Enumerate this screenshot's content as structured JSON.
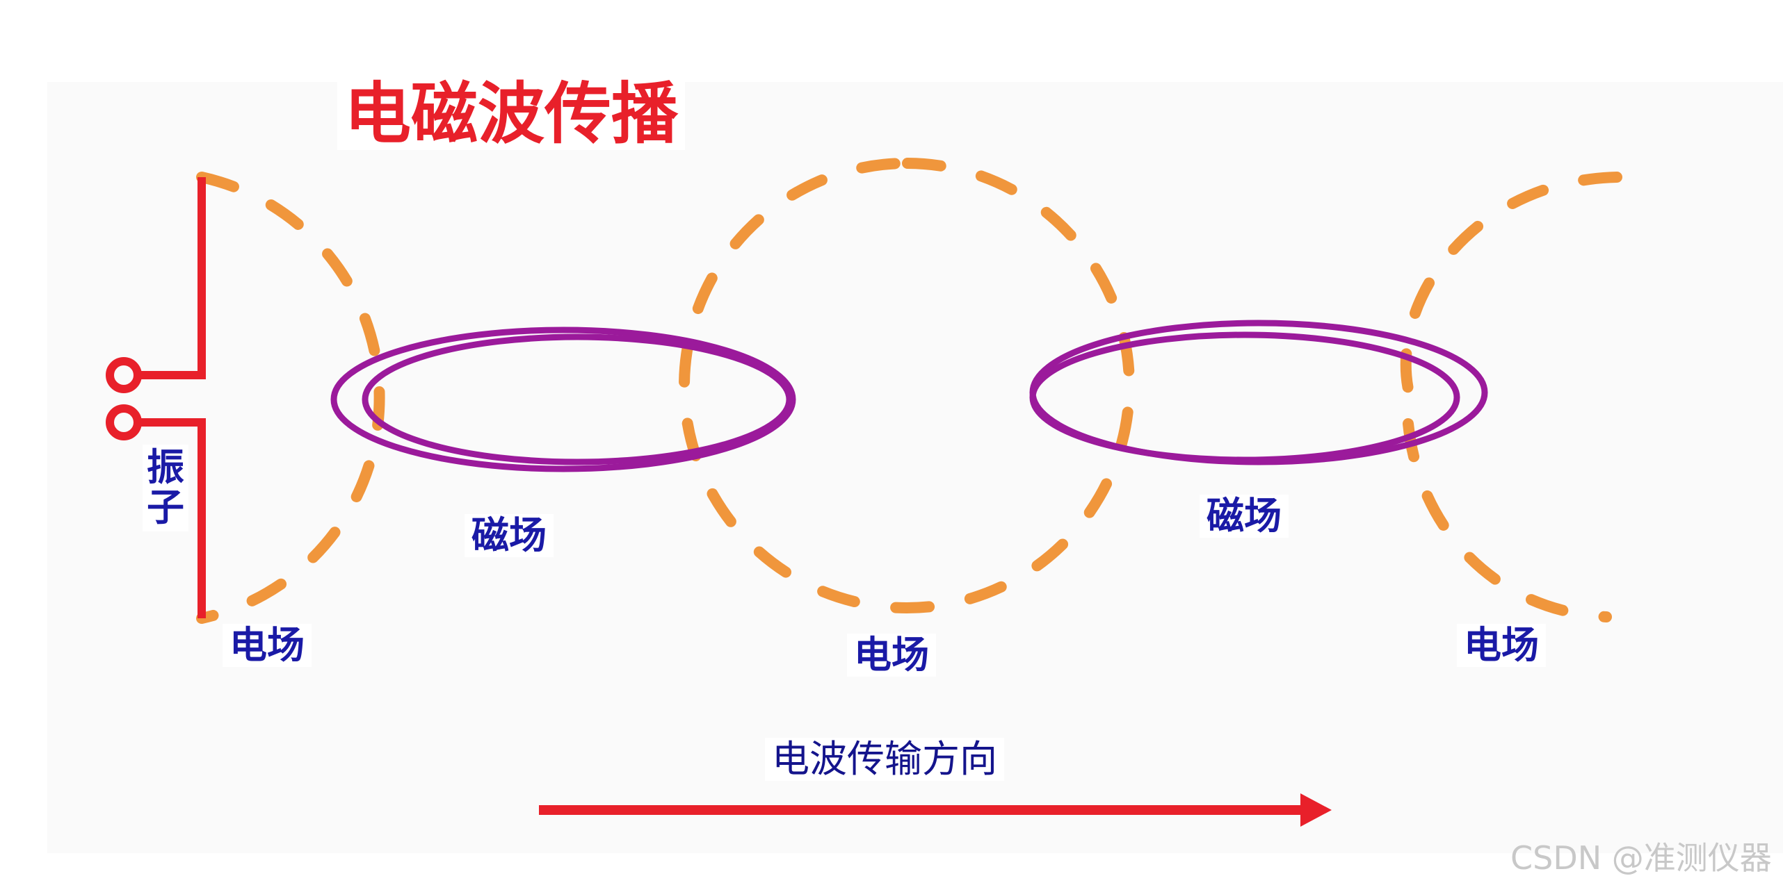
{
  "title": "电磁波传播",
  "labels": {
    "dipole": "振子",
    "magnetic_field_left": "磁场",
    "magnetic_field_right": "磁场",
    "electric_field_left": "电场",
    "electric_field_middle": "电场",
    "electric_field_right": "电场",
    "propagation_direction": "电波传输方向"
  },
  "watermark": "CSDN @准测仪器",
  "colors": {
    "title": "#e8202a",
    "antenna": "#e8202a",
    "electric_field": "#f0963c",
    "magnetic_field": "#9b1a9b",
    "label_text": "#1a1aa6",
    "arrow": "#e8202a"
  }
}
